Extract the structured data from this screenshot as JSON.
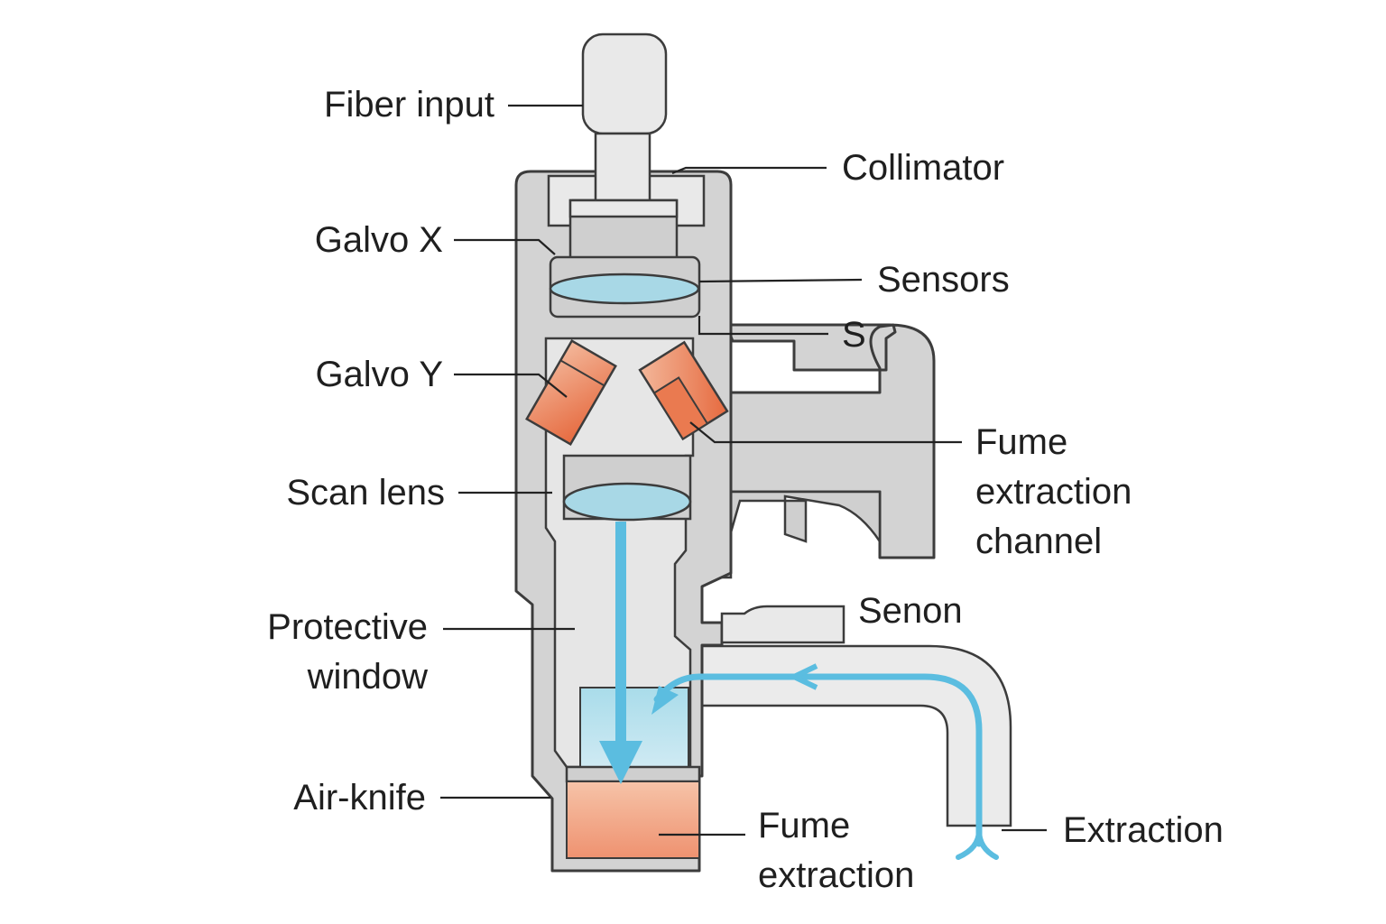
{
  "labels": {
    "fiber_input": "Fiber input",
    "collimator": "Collimator",
    "galvo_x": "Galvo X",
    "sensors": "Sensors",
    "s": "S",
    "galvo_y": "Galvo Y",
    "fume_channel_1": "Fume",
    "fume_channel_2": "extraction",
    "fume_channel_3": "channel",
    "scan_lens": "Scan lens",
    "senon": "Senon",
    "protective_window_1": "Protective",
    "protective_window_2": "window",
    "air_knife": "Air-knife",
    "fume_extraction_1": "Fume",
    "fume_extraction_2": "extraction",
    "extraction": "Extraction"
  },
  "colors": {
    "body_gray": "#d3d3d3",
    "outline": "#3c3c3c",
    "beam_blue": "#5bbde0",
    "lens_blue": "#a8d8e6",
    "galvo_orange": "#e8764f",
    "fume_orange": "#f0a07e"
  }
}
